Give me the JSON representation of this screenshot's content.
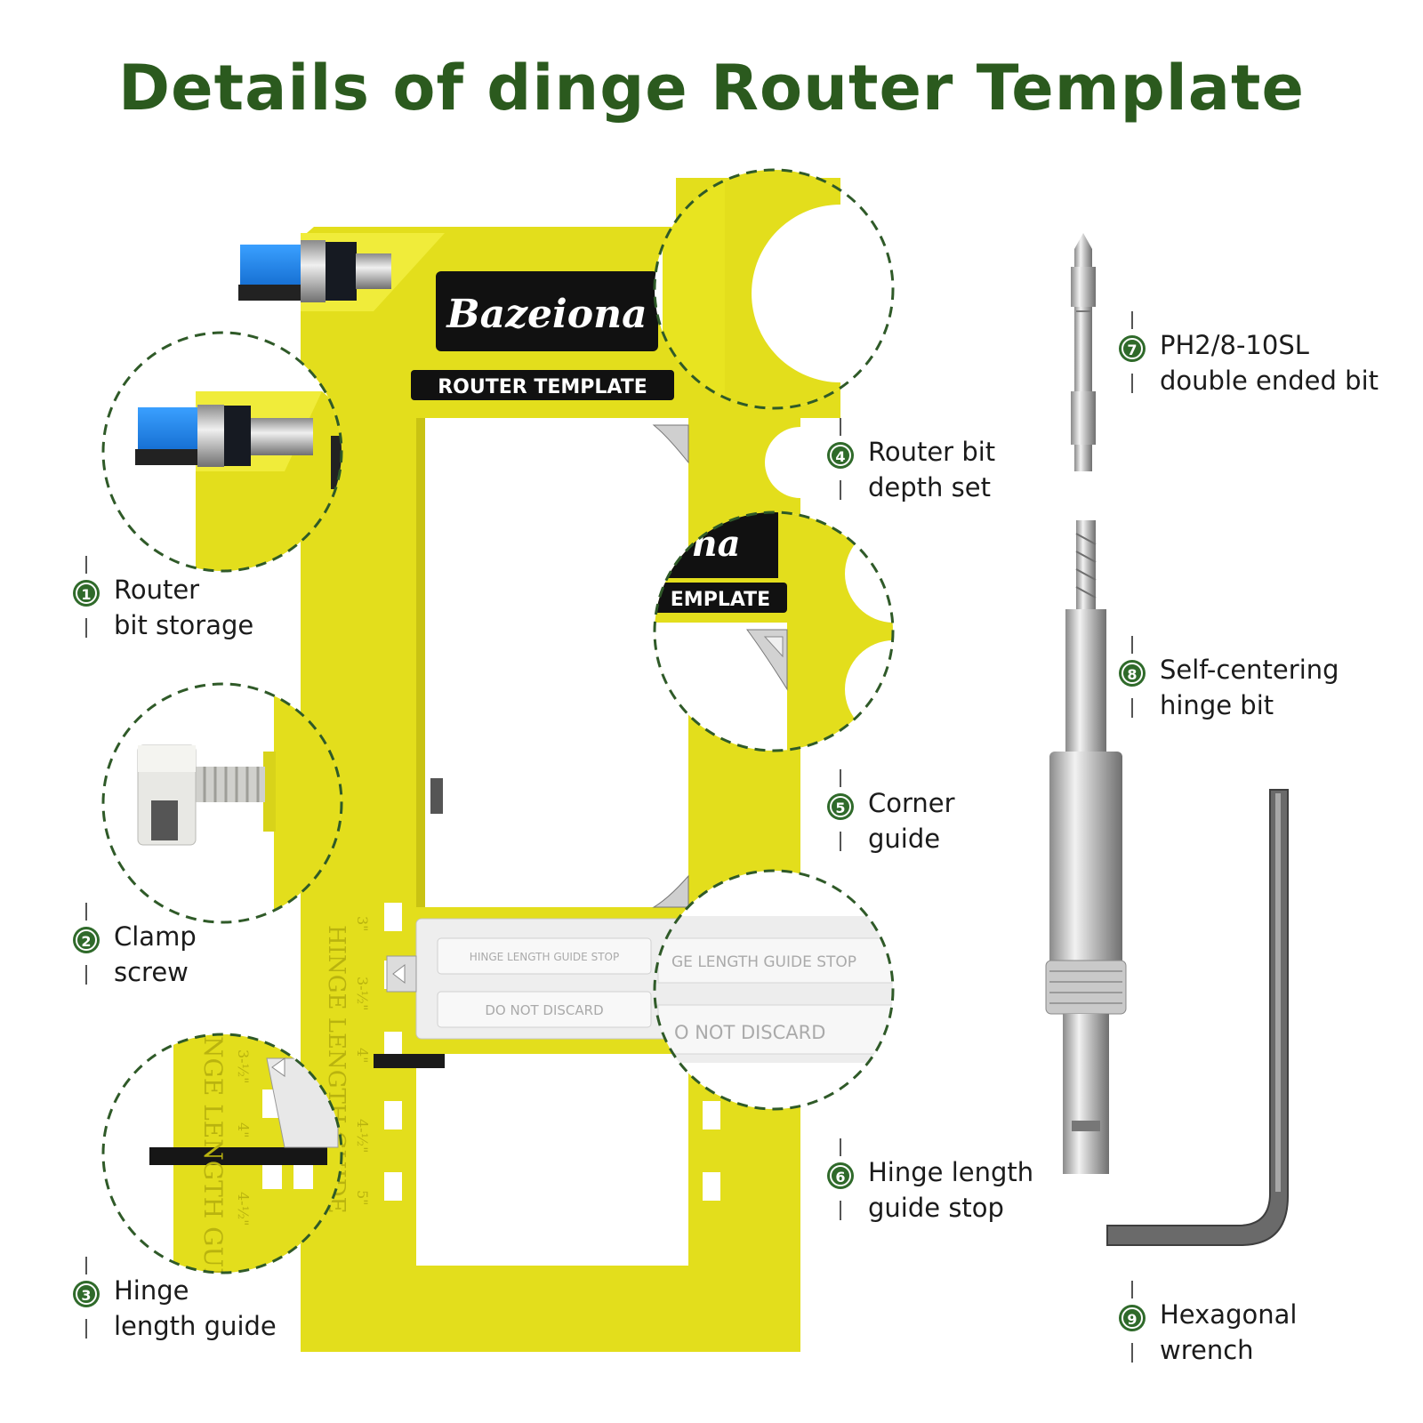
{
  "title": "Details of dinge Router Template",
  "product": {
    "brand": "Bazeiona",
    "subtitle": "ROUTER TEMPLATE",
    "stop_text_1": "HINGE LENGTH GUIDE STOP",
    "stop_text_2": "DO NOT DISCARD",
    "scale_text": "HINGE LENGTH GUIDE",
    "zoom_header_fragment": "na",
    "zoom_subtitle_fragment": "EMPLATE",
    "zoom_stop_text_1": "GE LENGTH GUIDE STOP",
    "zoom_stop_text_2": "O NOT DISCARD",
    "zoom_scale_text": "NGE LENGTH GUIDE",
    "scale_marks": [
      "3\"",
      "3-½\"",
      "4\"",
      "4-½\"",
      "5\""
    ],
    "zoom_scale_marks": [
      "3-½\"",
      "4\"",
      "4-½\""
    ]
  },
  "callouts": [
    {
      "num": "1",
      "line1": "Router",
      "line2": "bit storage"
    },
    {
      "num": "2",
      "line1": "Clamp",
      "line2": "screw"
    },
    {
      "num": "3",
      "line1": "Hinge",
      "line2": "length guide"
    },
    {
      "num": "4",
      "line1": "Router bit",
      "line2": "depth set"
    },
    {
      "num": "5",
      "line1": "Corner",
      "line2": "guide"
    },
    {
      "num": "6",
      "line1": "Hinge length",
      "line2": "guide stop"
    },
    {
      "num": "7",
      "line1": "PH2/8-10SL",
      "line2": "double ended bit"
    },
    {
      "num": "8",
      "line1": "Self-centering",
      "line2": "hinge bit"
    },
    {
      "num": "9",
      "line1": "Hexagonal",
      "line2": "wrench"
    }
  ],
  "colors": {
    "title": "#2b5a1e",
    "template_yellow": "#e3de1c",
    "badge_green": "#2f6a2a",
    "dashed_circle": "#2f5a28"
  }
}
